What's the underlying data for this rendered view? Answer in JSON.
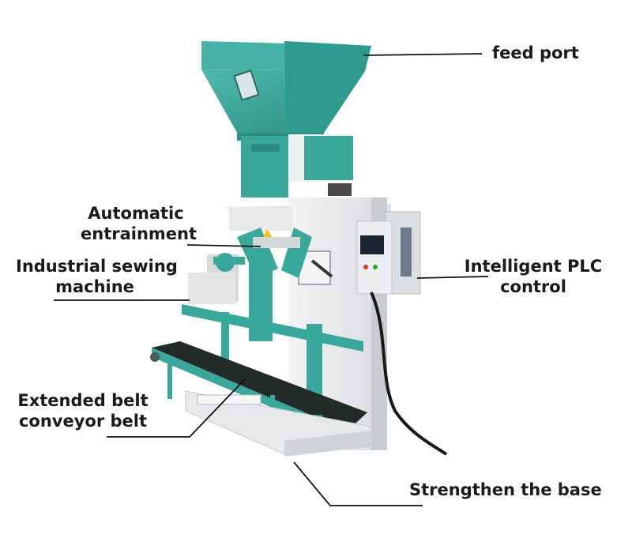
{
  "labels": {
    "feed_port": "feed port",
    "automatic_entrainment": [
      "Automatic",
      "entrainment"
    ],
    "industrial_sewing_machine": [
      "Industrial sewing",
      "machine"
    ],
    "intelligent_plc_control": [
      "Intelligent PLC",
      "control"
    ],
    "extended_belt_conveyor": [
      "Extended belt",
      "conveyor belt"
    ],
    "strengthen_base": "Strengthen the base"
  },
  "colors": {
    "machine_teal": "#3aa79b",
    "machine_teal_dark": "#2b8a80",
    "machine_body": "#e6e8ea",
    "conveyor_belt": "#1f2a26",
    "leader_line": "#111111"
  }
}
